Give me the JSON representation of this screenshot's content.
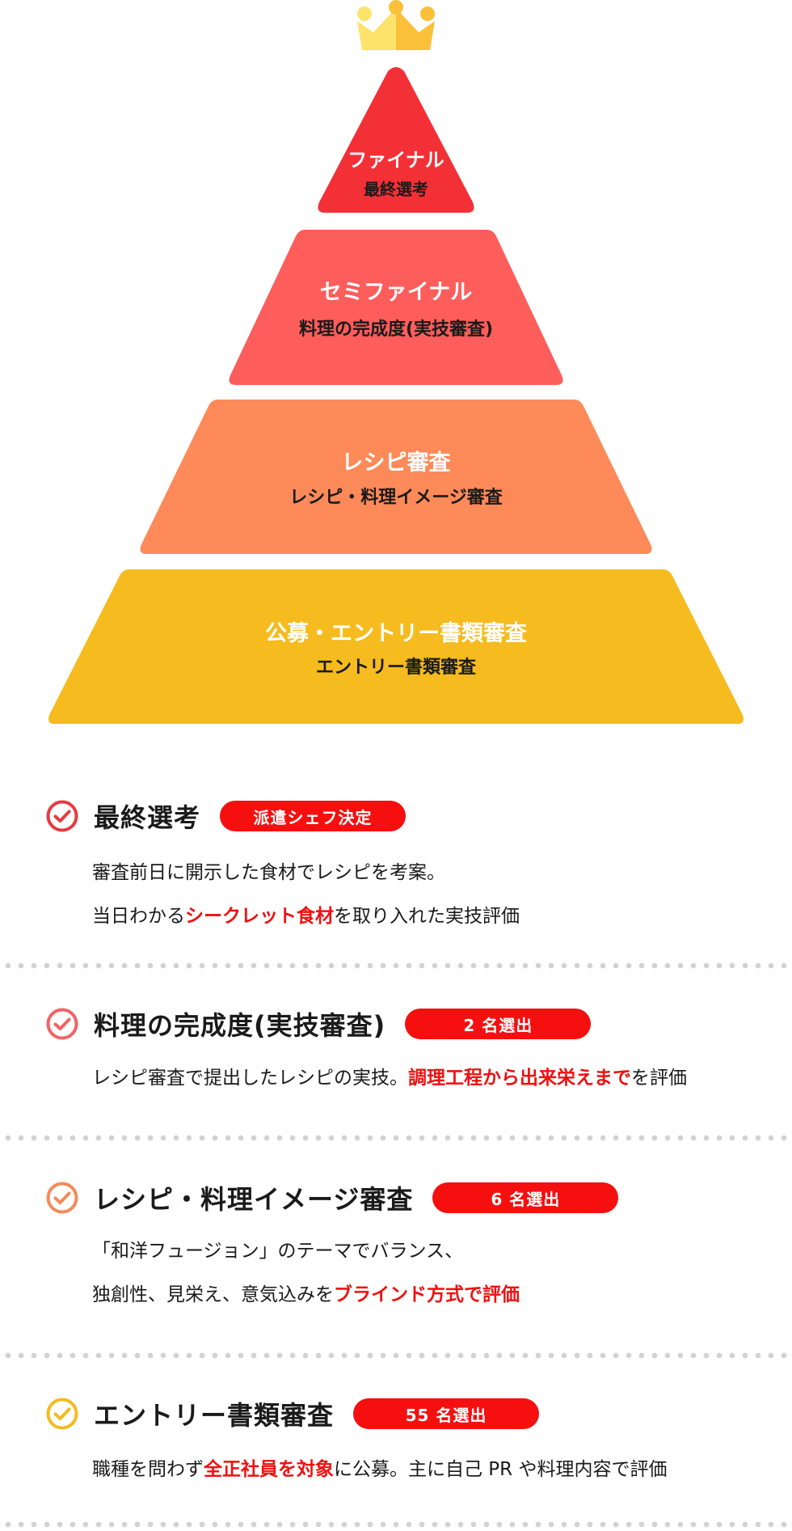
{
  "pyramid": {
    "tiers": [
      {
        "title": "ファイナル",
        "subtitle": "最終選考",
        "color": "#f43037"
      },
      {
        "title": "セミファイナル",
        "subtitle": "料理の完成度(実技審査)",
        "color": "#fd5d5b"
      },
      {
        "title": "レシピ審査",
        "subtitle": "レシピ・料理イメージ審査",
        "color": "#fd8a58"
      },
      {
        "title": "公募・エントリー書類審査",
        "subtitle": "エントリー書類審査",
        "color": "#f5bb1f"
      }
    ],
    "crown_colors": {
      "left": "#fde36c",
      "right": "#fbc03a"
    }
  },
  "stages": [
    {
      "title": "最終選考",
      "badge": "派遣シェフ決定",
      "check_color": "#e53b3f",
      "lines": [
        {
          "segments": [
            {
              "text": "審査前日に開示した食材でレシピを考案。",
              "highlight": false
            }
          ]
        },
        {
          "segments": [
            {
              "text": "当日わかる",
              "highlight": false
            },
            {
              "text": "シークレット食材",
              "highlight": true
            },
            {
              "text": "を取り入れた実技評価",
              "highlight": false
            }
          ]
        }
      ]
    },
    {
      "title": "料理の完成度(実技審査)",
      "badge": "2 名選出",
      "check_color": "#f06467",
      "lines": [
        {
          "segments": [
            {
              "text": "レシピ審査で提出したレシピの実技。",
              "highlight": false
            },
            {
              "text": "調理工程から出来栄えまで",
              "highlight": true
            },
            {
              "text": "を評価",
              "highlight": false
            }
          ]
        }
      ]
    },
    {
      "title": "レシピ・料理イメージ審査",
      "badge": "6 名選出",
      "check_color": "#f48a5a",
      "lines": [
        {
          "segments": [
            {
              "text": "「和洋フュージョン」のテーマでバランス、",
              "highlight": false
            }
          ]
        },
        {
          "segments": [
            {
              "text": "独創性、見栄え、意気込みを",
              "highlight": false
            },
            {
              "text": "ブラインド方式で評価",
              "highlight": true
            }
          ]
        }
      ]
    },
    {
      "title": "エントリー書類審査",
      "badge": "55 名選出",
      "check_color": "#f3bb22",
      "lines": [
        {
          "segments": [
            {
              "text": "職種を問わず",
              "highlight": false
            },
            {
              "text": "全正社員を対象",
              "highlight": true
            },
            {
              "text": "に公募。主に自己 PR や料理内容で評価",
              "highlight": false
            }
          ]
        }
      ]
    }
  ]
}
